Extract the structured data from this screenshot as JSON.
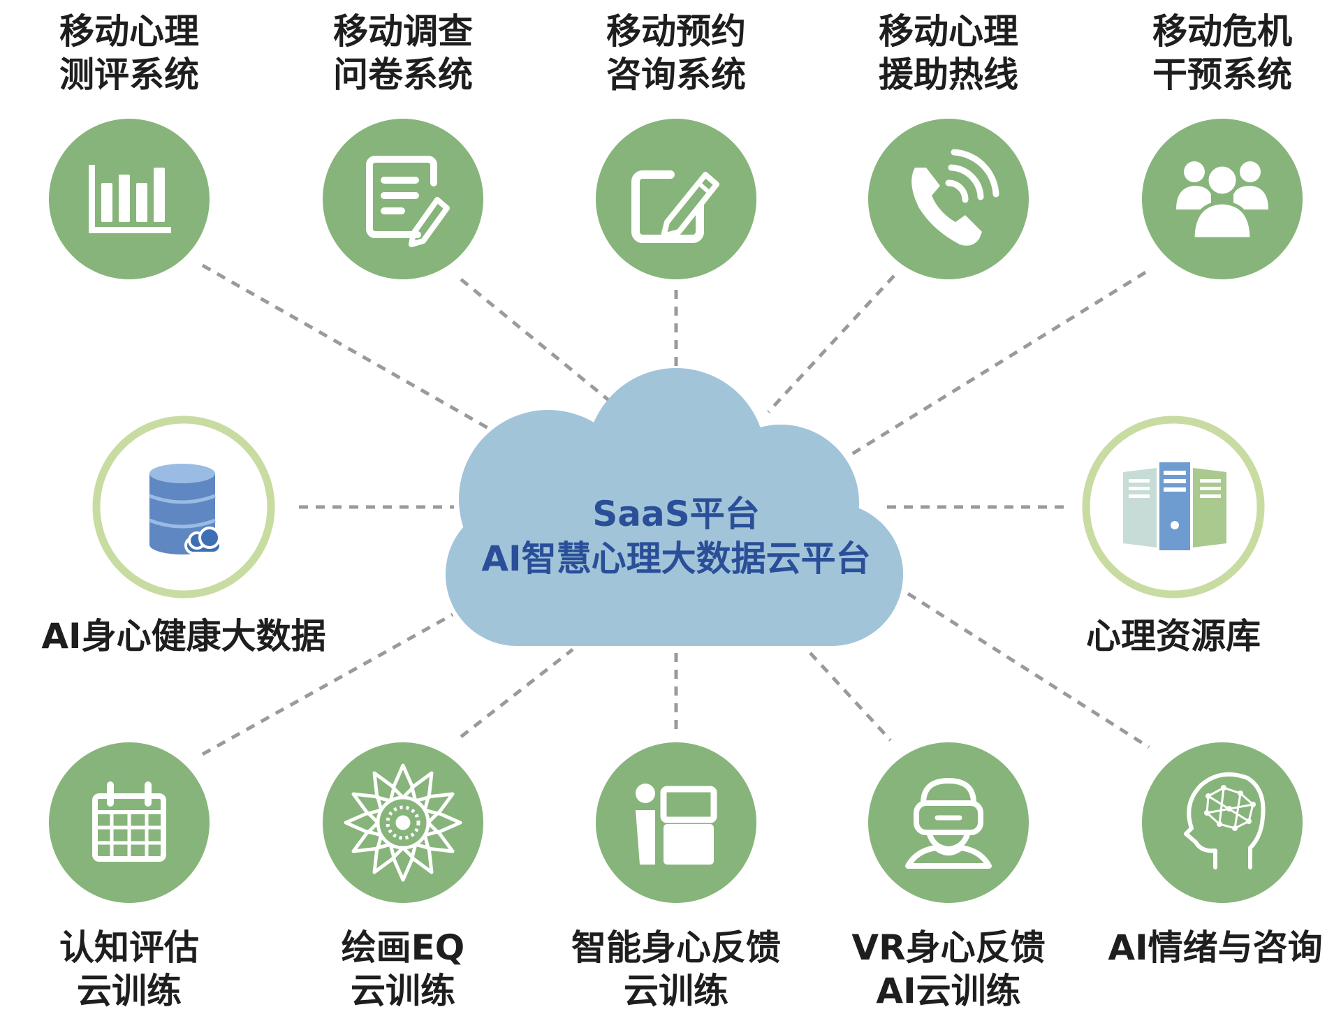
{
  "center": {
    "line1": "SaaS平台",
    "line2": "AI智慧心理大数据云平台"
  },
  "colors": {
    "node_fill": "#87b47a",
    "ring_stroke": "#c8dca2",
    "cloud_fill": "#a1c4d9",
    "connector": "#9a9a9a",
    "center_text": "#2a4f98",
    "label_text": "#1e1e1e"
  },
  "nodes": [
    {
      "lines": [
        "移动心理",
        "测评系统"
      ],
      "icon": "bar-chart-icon"
    },
    {
      "lines": [
        "移动调查",
        "问卷系统"
      ],
      "icon": "document-edit-icon"
    },
    {
      "lines": [
        "移动预约",
        "咨询系统"
      ],
      "icon": "edit-pencil-icon"
    },
    {
      "lines": [
        "移动心理",
        "援助热线"
      ],
      "icon": "phone-call-icon"
    },
    {
      "lines": [
        "移动危机",
        "干预系统"
      ],
      "icon": "user-group-icon"
    },
    {
      "lines": [
        "AI身心健康大数据"
      ],
      "icon": "database-cloud-icon"
    },
    {
      "lines": [
        "心理资源库"
      ],
      "icon": "server-rack-icon"
    },
    {
      "lines": [
        "认知评估",
        "云训练"
      ],
      "icon": "calendar-icon"
    },
    {
      "lines": [
        "绘画EQ",
        "云训练"
      ],
      "icon": "flower-mandala-icon"
    },
    {
      "lines": [
        "智能身心反馈",
        "云训练"
      ],
      "icon": "person-board-icon"
    },
    {
      "lines": [
        "VR身心反馈",
        "AI云训练"
      ],
      "icon": "vr-headset-icon"
    },
    {
      "lines": [
        "AI情绪与咨询"
      ],
      "icon": "brain-head-icon"
    }
  ]
}
